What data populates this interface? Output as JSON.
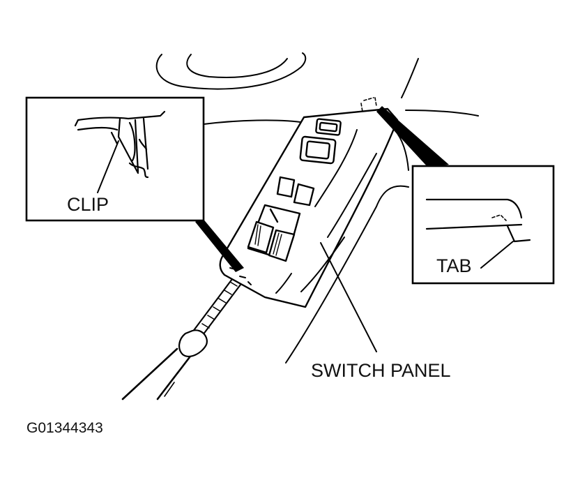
{
  "labels": {
    "clip": "CLIP",
    "tab": "TAB",
    "switch_panel": "SWITCH PANEL",
    "figure_id": "G01344343"
  },
  "colors": {
    "ink": "#000000",
    "background": "#ffffff"
  }
}
